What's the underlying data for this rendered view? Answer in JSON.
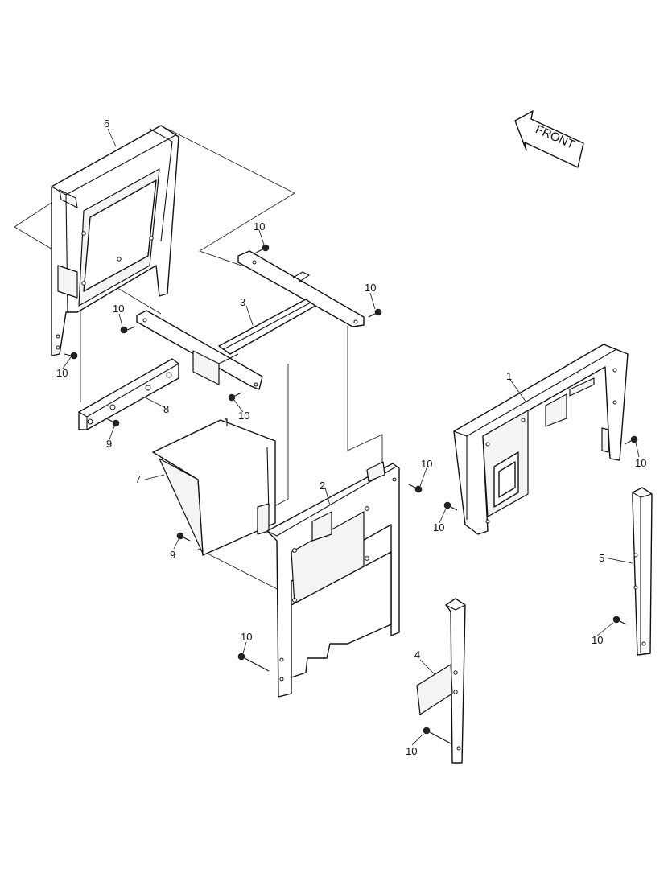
{
  "front_arrow": {
    "text": "FRONT"
  },
  "callouts": [
    {
      "id": "c-6",
      "text": "6"
    },
    {
      "id": "c-10a",
      "text": "10"
    },
    {
      "id": "c-10b",
      "text": "10"
    },
    {
      "id": "c-3",
      "text": "3"
    },
    {
      "id": "c-10c",
      "text": "10"
    },
    {
      "id": "c-10d",
      "text": "10"
    },
    {
      "id": "c-10e",
      "text": "10"
    },
    {
      "id": "c-8",
      "text": "8"
    },
    {
      "id": "c-9a",
      "text": "9"
    },
    {
      "id": "c-1",
      "text": "1"
    },
    {
      "id": "c-10f",
      "text": "10"
    },
    {
      "id": "c-7",
      "text": "7"
    },
    {
      "id": "c-2",
      "text": "2"
    },
    {
      "id": "c-10g",
      "text": "10"
    },
    {
      "id": "c-10h",
      "text": "10"
    },
    {
      "id": "c-9b",
      "text": "9"
    },
    {
      "id": "c-5",
      "text": "5"
    },
    {
      "id": "c-10i",
      "text": "10"
    },
    {
      "id": "c-10j",
      "text": "10"
    },
    {
      "id": "c-4",
      "text": "4"
    },
    {
      "id": "c-10k",
      "text": "10"
    }
  ]
}
